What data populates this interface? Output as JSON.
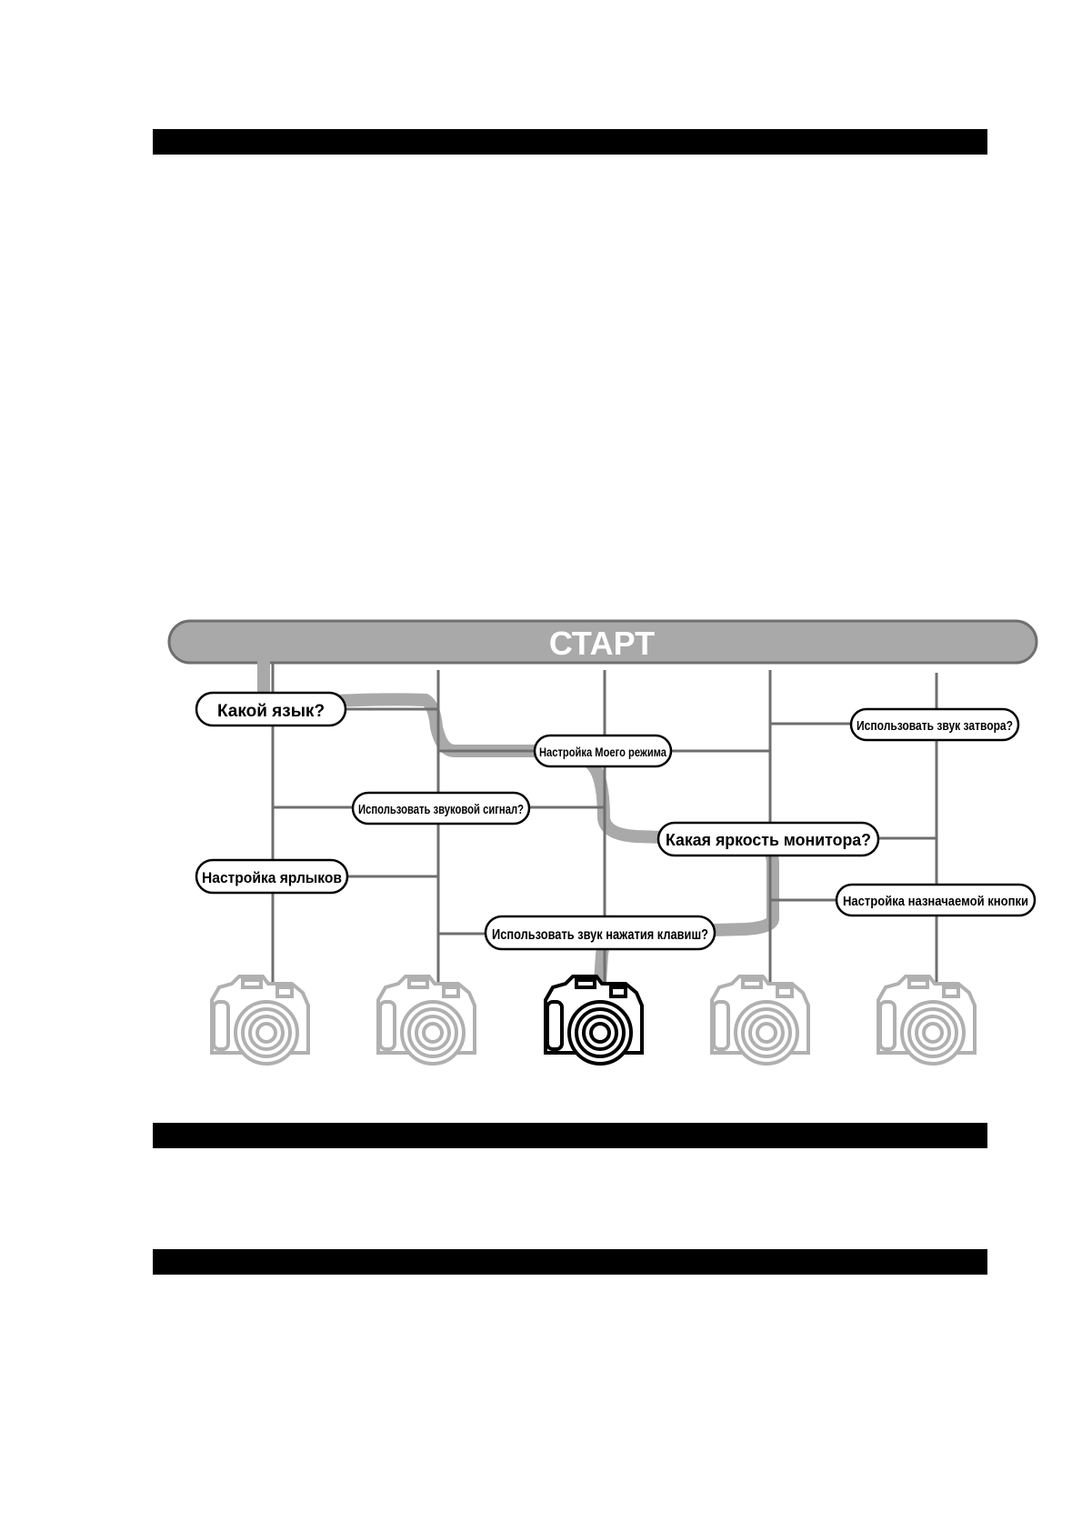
{
  "start_label": "СТАРТ",
  "questions": {
    "language": "Какой язык?",
    "shutter_sound": "Использовать звук затвора?",
    "my_mode": "Настройка Моего режима",
    "beep": "Использовать звуковой сигнал?",
    "brightness": "Какая яркость монитора?",
    "shortcuts": "Настройка ярлыков",
    "custom_button": "Настройка назначаемой кнопки",
    "key_sound": "Использовать звук нажатия клавиш?"
  },
  "cameras": [
    {
      "state": "inactive"
    },
    {
      "state": "inactive"
    },
    {
      "state": "selected"
    },
    {
      "state": "inactive"
    },
    {
      "state": "inactive"
    }
  ],
  "colors": {
    "path": "#a9a9a9",
    "line": "#6f6f6f",
    "camera_inactive": "#b0b0b0",
    "camera_selected": "#000000"
  }
}
